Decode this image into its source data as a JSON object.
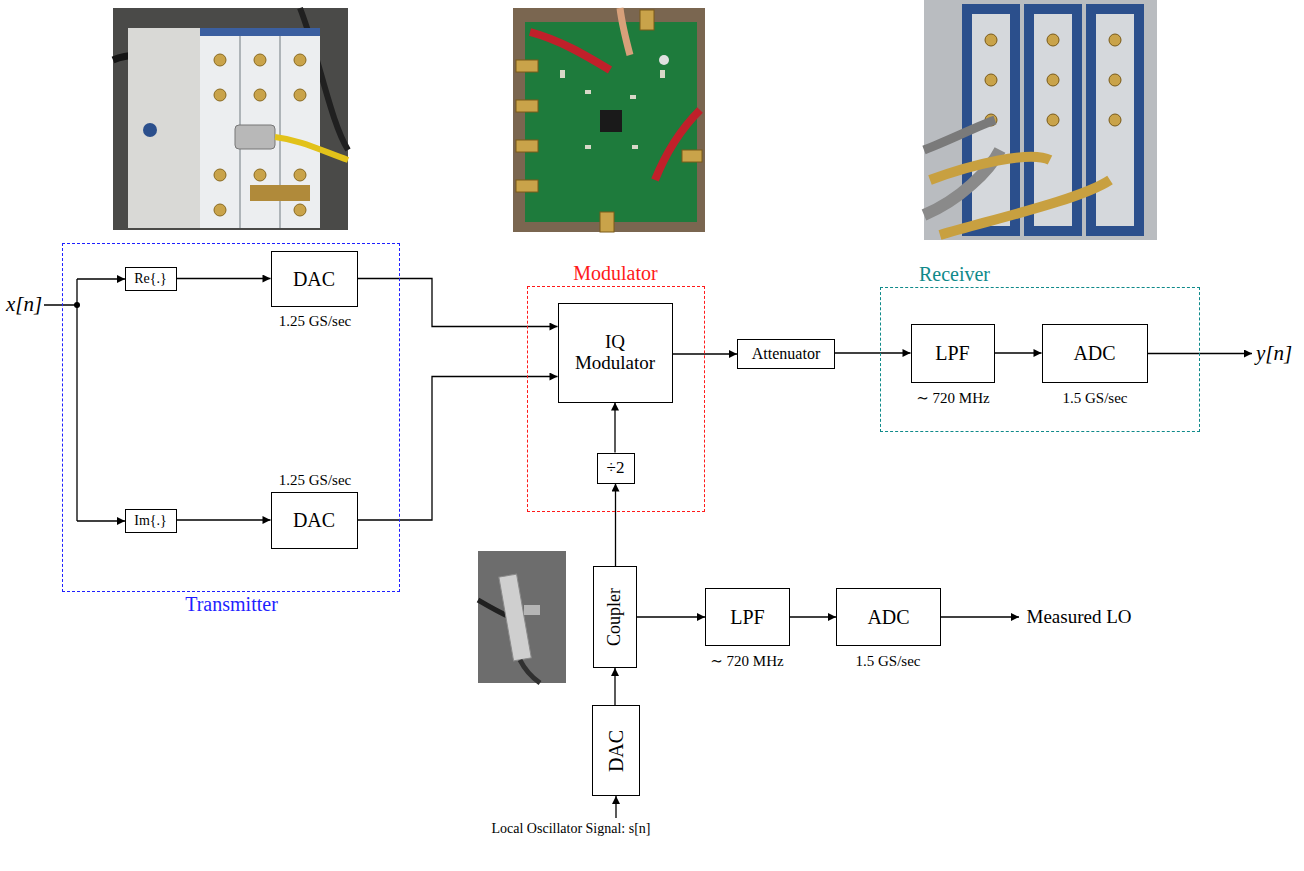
{
  "diagram": {
    "nodes": [
      {
        "text": [
          "Transmitter"
        ]
      },
      {
        "text": [
          "Re{.}"
        ],
        "in": 0
      },
      {
        "text": [
          "Im{.}"
        ],
        "in": 0
      },
      {
        "text": [
          "DAC"
        ],
        "in": 0
      },
      {
        "text": [
          "DAC"
        ],
        "in": 0
      },
      {
        "text": [
          "Modulator"
        ]
      },
      {
        "text": [
          "IQ Modulator"
        ],
        "in": 5
      },
      {
        "text": [
          "÷2"
        ],
        "in": 5
      },
      {
        "text": [
          "Attenuator"
        ]
      },
      {
        "text": [
          "Receiver"
        ]
      },
      {
        "text": [
          "LPF"
        ],
        "in": 9
      },
      {
        "text": [
          "ADC"
        ],
        "in": 9
      },
      {
        "text": [
          "Coupler"
        ]
      },
      {
        "text": [
          "LPF"
        ]
      },
      {
        "text": [
          "ADC"
        ]
      },
      {
        "text": [
          "DAC"
        ]
      }
    ],
    "edges": [
      {
        "from": 1,
        "to": 3,
        "arrow": "to"
      },
      {
        "from": 2,
        "to": 4,
        "arrow": "to"
      },
      {
        "from": 3,
        "to": 6,
        "arrow": "to"
      },
      {
        "from": 4,
        "to": 6,
        "arrow": "to"
      },
      {
        "from": 6,
        "to": 8,
        "arrow": "to"
      },
      {
        "from": 8,
        "to": 10,
        "arrow": "to"
      },
      {
        "from": 10,
        "to": 11,
        "arrow": "to"
      },
      {
        "from": 7,
        "to": 6,
        "arrow": "to"
      },
      {
        "from": 12,
        "to": 7,
        "arrow": "to"
      },
      {
        "from": 12,
        "to": 13,
        "arrow": "to"
      },
      {
        "from": 13,
        "to": 14,
        "arrow": "to"
      },
      {
        "from": 15,
        "to": 12,
        "arrow": "to"
      }
    ],
    "labels": [
      "x[n]",
      "y[n]",
      "1.25 GS/sec",
      "1.25 GS/sec",
      "∼ 720 MHz",
      "1.5 GS/sec",
      "∼ 720 MHz",
      "1.5 GS/sec",
      "Measured LO",
      "Local Oscillator Signal: s[n]"
    ]
  }
}
